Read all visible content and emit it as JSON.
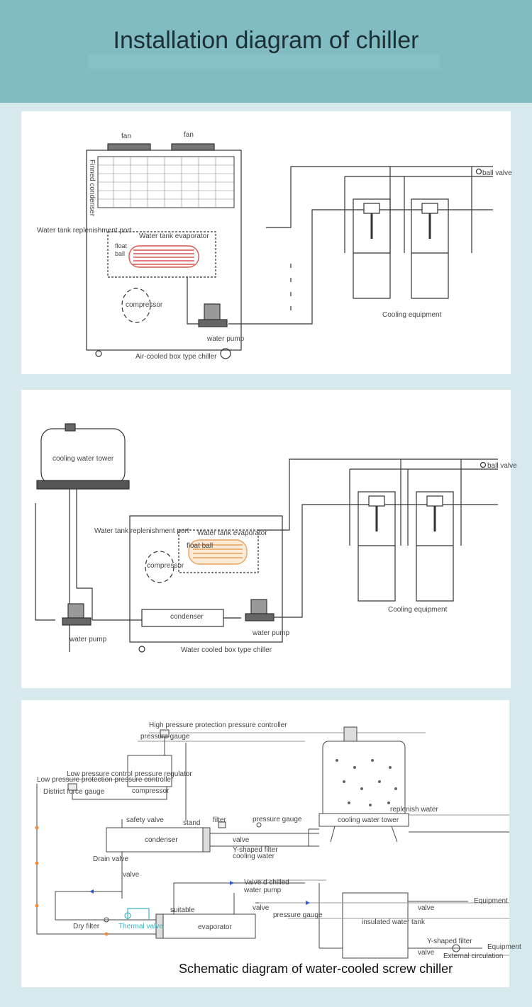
{
  "header": {
    "title": "Installation diagram of chiller"
  },
  "panel1": {
    "fan_left": "fan",
    "fan_right": "fan",
    "finned_condenser": "Finned condenser",
    "replenishment_port": "Water tank replenishment port",
    "evaporator": "Water tank evaporator",
    "float_ball": "float ball",
    "compressor": "compressor",
    "water_pump": "water pump",
    "chiller": "Air-cooled box type chiller",
    "ball_valve": "ball valve",
    "cooling_equipment": "Cooling equipment"
  },
  "panel2": {
    "cooling_tower": "cooling water tower",
    "replenishment_port": "Water tank replenishment port",
    "evaporator": "Water tank evaporator",
    "float_ball": "float ball",
    "compressor": "compressor",
    "condenser": "condenser",
    "water_pump_left": "water pump",
    "water_pump_right": "water pump",
    "chiller": "Water cooled box type chiller",
    "ball_valve": "ball valve",
    "cooling_equipment": "Cooling equipment"
  },
  "panel3": {
    "high_pressure": "High pressure protection pressure controller",
    "pressure_gauge_top": "pressure gauge",
    "low_pressure_regulator": "Low pressure control pressure regulator",
    "low_pressure_protection": "Low pressure protection pressure controller",
    "district_force_gauge": "District force gauge",
    "compressor": "compressor",
    "safety_valve": "safety valve",
    "stand": "stand",
    "filter": "filter",
    "pressure_gauge_mid": "pressure gauge",
    "condenser": "condenser",
    "valve_cond": "valve",
    "y_filter": "Y-shaped filter",
    "cooling_water_pump": "cooling water",
    "drain_valve": "Drain valve",
    "valve_drain": "valve",
    "chilled_water_pump": "Valve d chilled water pump",
    "suitable": "suitable",
    "valve_mid": "valve",
    "pressure_gauge_low": "pressure gauge",
    "dry_filter": "Dry filter",
    "thermal_valve": "Thermal valve",
    "evaporator": "evaporator",
    "cooling_tower": "cooling water tower",
    "replenish_water": "replenish water",
    "insulated_tank": "insulated water tank",
    "equipment_top": "Equipment",
    "valve_right_top": "valve",
    "y_filter_right": "Y-shaped filter",
    "equipment_bottom": "Equipment",
    "valve_right_bottom": "valve",
    "external_circulation": "External circulation",
    "caption": "Schematic diagram of water-cooled screw chiller"
  },
  "colors": {
    "header_bg": "#80bcc1",
    "page_bg": "#d7e9ec",
    "coil_red": "#d9534f",
    "coil_orange": "#e8a25c",
    "line_blue": "#2a5bd7",
    "line_orange": "#f08a3c"
  }
}
